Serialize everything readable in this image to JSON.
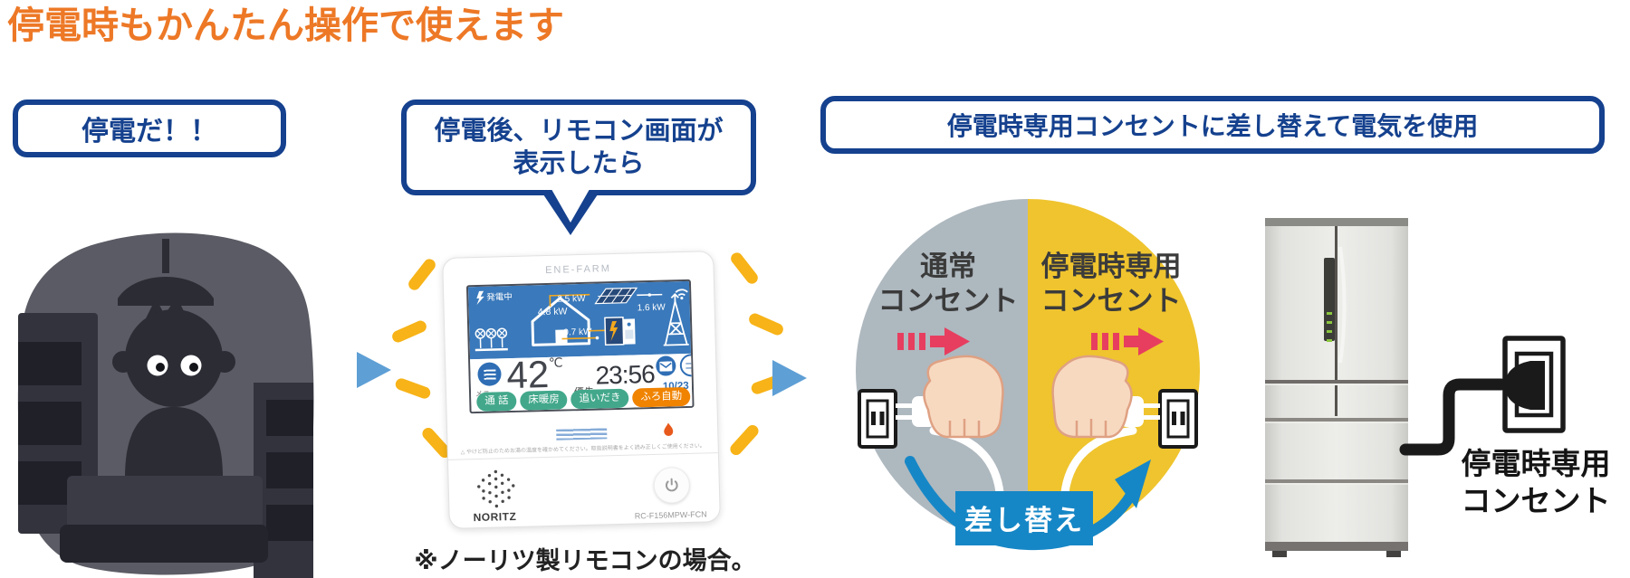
{
  "header": {
    "title": "停電時もかんたん操作で使えます"
  },
  "boxes": {
    "step1": "停電だ！！",
    "step2_line1": "停電後、リモコン画面が",
    "step2_line2": "表示したら",
    "step3": "停電時専用コンセントに差し替えて電気を使用"
  },
  "remote": {
    "brand": "ENE-FARM",
    "status": "発電中",
    "solar_kw": "2.5 kW",
    "grid_kw": "1.6 kW",
    "house_kw": "4.8 kW",
    "fuelcell_kw": "0.7 kW",
    "menu_label": "メニュー",
    "temperature": "42",
    "temp_unit": "℃",
    "priority_label": "優先",
    "time": "23:56",
    "date": "10/23",
    "button_call": "通 話",
    "button_floor_heating": "床暖房",
    "button_reheat": "追いだき",
    "button_bath_auto": "ふろ自動",
    "caution": "△ やけど防止のためお湯の温度を確かめてください。取扱説明書をよく読み正しくご使用ください。",
    "maker": "NORITZ",
    "model": "RC-F156MPW-FCN"
  },
  "remote_note": "※ノーリツ製リモコンの場合。",
  "swap_diagram": {
    "normal_line1": "通常",
    "normal_line2": "コンセント",
    "dedicated_line1": "停電時専用",
    "dedicated_line2": "コンセント",
    "swap_label": "差し替え"
  },
  "fridge_outlet": {
    "line1": "停電時専用",
    "line2": "コンセント"
  },
  "colors": {
    "accent_orange": "#ED7826",
    "primary_blue": "#15418E",
    "flow_arrow_blue": "#5E9FD5",
    "sparkle_yellow": "#F7B317",
    "half_gray": "#AEB8BF",
    "half_yellow": "#EFC42E",
    "swap_blue": "#1687C6",
    "red_arrow": "#E73E5F",
    "screen_blue": "#3A79BB",
    "button_green": "#43A88B",
    "button_orange": "#F08300"
  }
}
